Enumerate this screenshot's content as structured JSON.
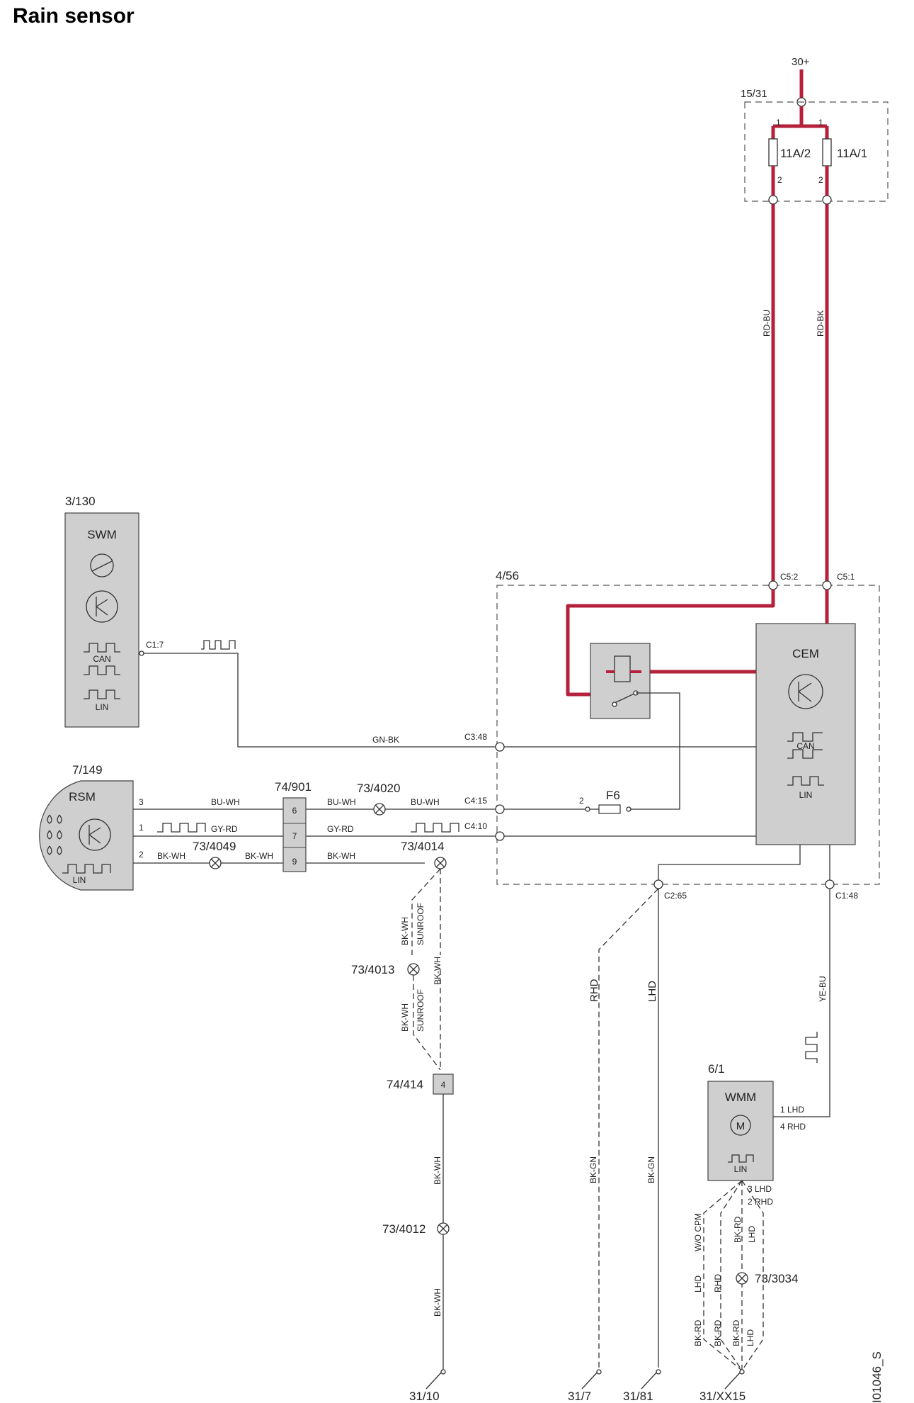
{
  "title": "Rain sensor",
  "figure_code": "I01046_S",
  "power": {
    "supply": "30+",
    "fusebox_id": "15/31",
    "fuse_a": "11A/2",
    "fuse_b": "11A/1",
    "pin_1": "1",
    "pin_2": "2"
  },
  "wires": {
    "rd_bu": "RD-BU",
    "rd_bk": "RD-BK",
    "gn_bk": "GN-BK",
    "bu_wh": "BU-WH",
    "gy_rd": "GY-RD",
    "bk_wh": "BK-WH",
    "ye_bu": "YE-BU",
    "bk_gn": "BK-GN",
    "bk_rd": "BK-RD"
  },
  "swm": {
    "id": "3/130",
    "name": "SWM",
    "can": "CAN",
    "lin": "LIN",
    "pin": "C1:7"
  },
  "rsm": {
    "id": "7/149",
    "name": "RSM",
    "lin": "LIN",
    "pin_3": "3",
    "pin_1": "1",
    "pin_2": "2"
  },
  "connector_74_901": {
    "id": "74/901",
    "pin_6": "6",
    "pin_7": "7",
    "pin_9": "9"
  },
  "splices": {
    "s4020": "73/4020",
    "s4049": "73/4049",
    "s4014": "73/4014",
    "s4013": "73/4013",
    "s4012": "73/4012",
    "s3034": "73/3034"
  },
  "connector_74_414": {
    "id": "74/414",
    "pin": "4"
  },
  "cem_module": {
    "id": "4/56",
    "name": "CEM",
    "can": "CAN",
    "lin": "LIN",
    "fuse": "F6",
    "fuse_pin": "2",
    "pins": {
      "c52": "C5:2",
      "c51": "C5:1",
      "c348": "C3:48",
      "c415": "C4:15",
      "c410": "C4:10",
      "c265": "C2:65",
      "c148": "C1:48"
    }
  },
  "wmm": {
    "id": "6/1",
    "name": "WMM",
    "lin": "LIN",
    "p1": "1 LHD",
    "p4": "4 RHD",
    "p3": "3 LHD",
    "p2": "2 RHD"
  },
  "variants": {
    "sunroof": "SUNROOF",
    "rhd": "RHD",
    "lhd": "LHD",
    "wo_cpm": "W/O CPM"
  },
  "grounds": {
    "g1": "31/10",
    "g2": "31/7",
    "g3": "31/81",
    "g4": "31/XX15"
  }
}
